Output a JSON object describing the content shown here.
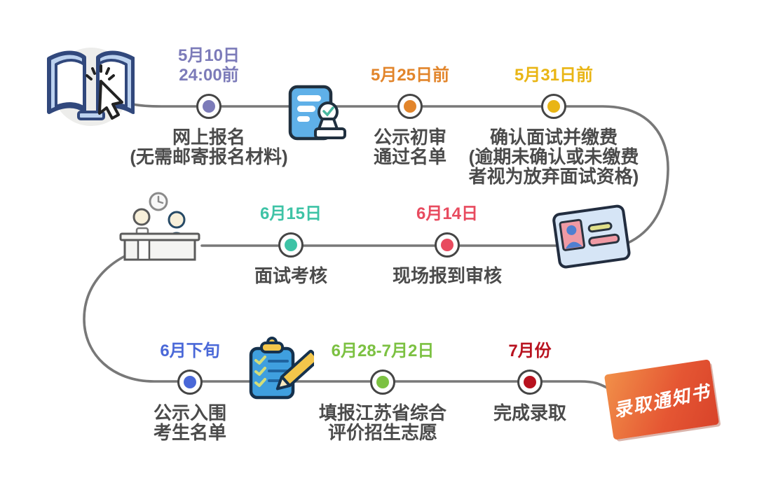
{
  "page": {
    "background": "#ffffff",
    "connector_line_color": "#787878",
    "node_ring_color": "#454545",
    "label_text_color": "#4b4b4b"
  },
  "icons": {
    "book_click": "open-book-with-cursor-icon",
    "review_stamp": "document-stamp-approval-icon",
    "id_card": "id-card-icon",
    "interview_desk": "interviewers-at-desk-with-clock-icon",
    "clipboard": "clipboard-checklist-pencil-icon",
    "admission_letter": "admission-letter-envelope-icon"
  },
  "envelope": {
    "text": "录取通知书",
    "gradient_start": "#f19049",
    "gradient_end": "#d8432a"
  },
  "timeline": {
    "steps": [
      {
        "date_lines": [
          "5月10日",
          "24:00前"
        ],
        "date_color": "#7c7bb9",
        "dot_color": "#7c7bb9",
        "label_lines": [
          "网上报名",
          "(无需邮寄报名材料)"
        ]
      },
      {
        "date_lines": [
          "5月25日前"
        ],
        "date_color": "#e2852b",
        "dot_color": "#e2852b",
        "label_lines": [
          "公示初审",
          "通过名单"
        ]
      },
      {
        "date_lines": [
          "5月31日前"
        ],
        "date_color": "#e9b514",
        "dot_color": "#e9b514",
        "label_lines": [
          "确认面试并缴费",
          "(逾期未确认或未缴费",
          "者视为放弃面试资格)"
        ]
      },
      {
        "date_lines": [
          "6月14日"
        ],
        "date_color": "#e84b5f",
        "dot_color": "#e84b5f",
        "label_lines": [
          "现场报到审核"
        ]
      },
      {
        "date_lines": [
          "6月15日"
        ],
        "date_color": "#3ec3a6",
        "dot_color": "#3ec3a6",
        "label_lines": [
          "面试考核"
        ]
      },
      {
        "date_lines": [
          "6月下旬"
        ],
        "date_color": "#4a68d8",
        "dot_color": "#4a68d8",
        "label_lines": [
          "公示入围",
          "考生名单"
        ]
      },
      {
        "date_lines": [
          "6月28-7月2日"
        ],
        "date_color": "#7cc142",
        "dot_color": "#7cc142",
        "label_lines": [
          "填报江苏省综合",
          "评价招生志愿"
        ]
      },
      {
        "date_lines": [
          "7月份"
        ],
        "date_color": "#b8121f",
        "dot_color": "#b8121f",
        "label_lines": [
          "完成录取"
        ]
      }
    ]
  }
}
